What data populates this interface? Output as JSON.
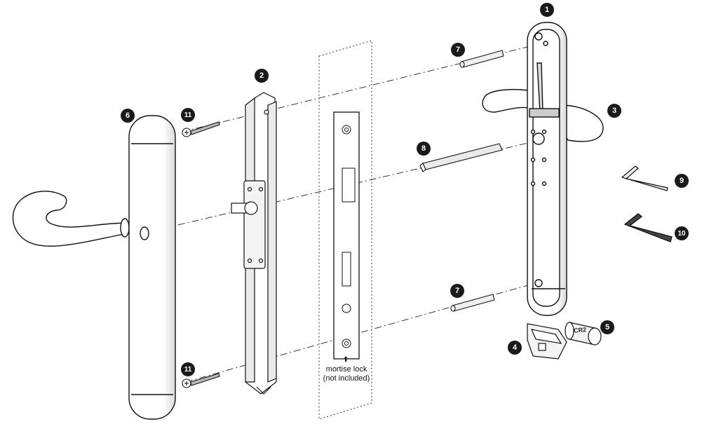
{
  "callouts": [
    {
      "id": "1",
      "label": "1"
    },
    {
      "id": "2",
      "label": "2"
    },
    {
      "id": "3",
      "label": "3"
    },
    {
      "id": "4",
      "label": "4"
    },
    {
      "id": "5",
      "label": "5"
    },
    {
      "id": "6",
      "label": "6"
    },
    {
      "id": "7a",
      "label": "7"
    },
    {
      "id": "7b",
      "label": "7"
    },
    {
      "id": "8",
      "label": "8"
    },
    {
      "id": "9",
      "label": "9"
    },
    {
      "id": "10",
      "label": "10"
    },
    {
      "id": "11a",
      "label": "11"
    },
    {
      "id": "11b",
      "label": "11"
    }
  ],
  "mortise_note": {
    "line1": "mortise lock",
    "line2": "(not included)"
  },
  "battery_label": "CR2",
  "colors": {
    "ink": "#1a1a1a",
    "part_fill": "#ffffff",
    "shadow_fill": "#e6e6e6"
  }
}
